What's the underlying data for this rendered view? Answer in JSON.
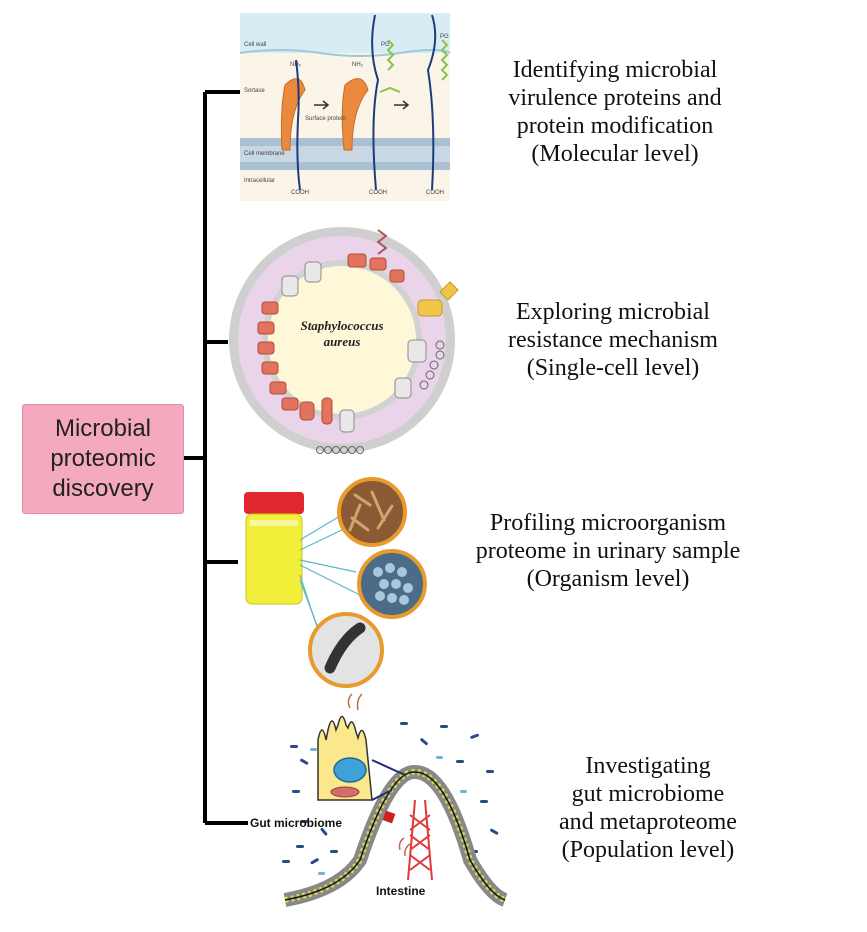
{
  "root": {
    "lines": [
      "Microbial",
      "proteomic",
      "discovery"
    ]
  },
  "branches": [
    {
      "id": "molecular",
      "caption": [
        "Identifying microbial",
        "virulence proteins and",
        "protein modification",
        "(Molecular level)"
      ],
      "panel_labels": [
        "Cell wall",
        "Sortase",
        "Cell membrane",
        "Intracellular",
        "Surface protein",
        "NH₂",
        "NH₂",
        "PG",
        "PG",
        "COOH",
        "COOH",
        "COOH"
      ]
    },
    {
      "id": "single-cell",
      "caption": [
        "Exploring microbial",
        "resistance mechanism",
        "(Single-cell level)"
      ],
      "panel_labels": [
        "Staphylococcus",
        "aureus"
      ]
    },
    {
      "id": "organism",
      "caption": [
        "Profiling microorganism",
        "proteome in urinary sample",
        "(Organism level)"
      ],
      "panel_labels": []
    },
    {
      "id": "population",
      "caption": [
        "Investigating",
        "gut microbiome",
        "and metaproteome",
        "(Population level)"
      ],
      "panel_labels": [
        "Gut microbiome",
        "Intestine"
      ]
    }
  ]
}
